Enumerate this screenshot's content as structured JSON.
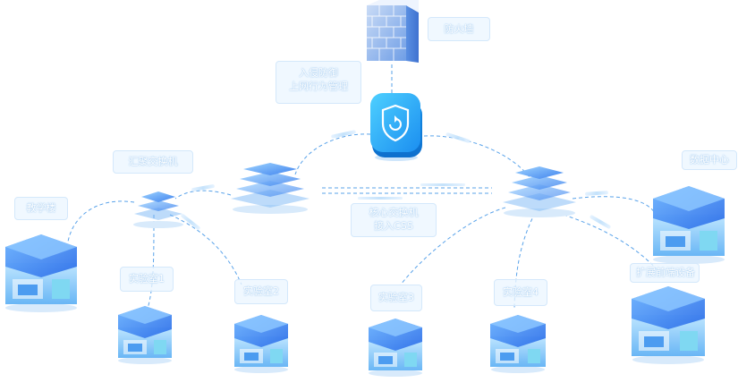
{
  "diagram": {
    "firewall_label": "防火墙",
    "security_gateway_label_lines": [
      "入侵防御",
      "上网行为管理"
    ],
    "core_switch_label_lines": [
      "核心交换机",
      "接入CSS"
    ],
    "aggregation_switch_label": "汇聚交换机",
    "data_center_label": "数据中心",
    "teaching_building_label": "教学楼",
    "lab_labels": [
      "实验室1",
      "实验室2",
      "实验室3",
      "实验室4"
    ],
    "expanded_device_label": "扩展前端设备",
    "colors": {
      "accent": "#2f7bf0",
      "link": "#5aa3ea",
      "label_bg": "#ecf6ff",
      "label_text": "#ffffff",
      "gateway": "#27a8f5"
    }
  }
}
